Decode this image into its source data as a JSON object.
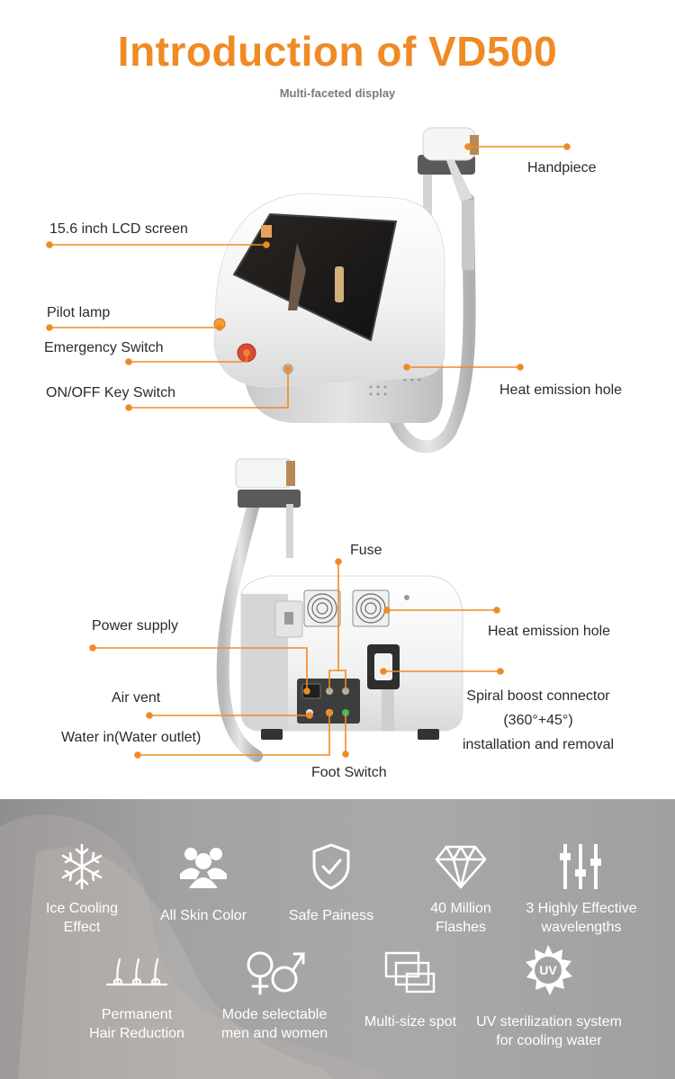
{
  "header": {
    "title": "Introduction of VD500",
    "subtitle": "Multi-faceted display"
  },
  "front_view": {
    "labels": {
      "handpiece": "Handpiece",
      "lcd_screen": "15.6 inch LCD screen",
      "pilot_lamp": "Pilot lamp",
      "emergency_switch": "Emergency Switch",
      "on_off_key_switch": "ON/OFF Key Switch",
      "heat_emission_hole": "Heat emission hole"
    }
  },
  "back_view": {
    "labels": {
      "fuse": "Fuse",
      "power_supply": "Power supply",
      "heat_emission_hole": "Heat emission hole",
      "air_vent": "Air vent",
      "spiral_line1": "Spiral boost connector",
      "spiral_line2": "(360°+45°)",
      "spiral_line3": "installation and removal",
      "water_in": "Water in(Water outlet)",
      "foot_switch": "Foot Switch"
    }
  },
  "features": {
    "ice_cooling": [
      "Ice Cooling",
      "Effect"
    ],
    "all_skin": [
      "All Skin Color"
    ],
    "safe": [
      "Safe Painess"
    ],
    "flashes": [
      "40 Million",
      "Flashes"
    ],
    "wavelengths": [
      "3 Highly Effective",
      "wavelengths"
    ],
    "hair": [
      "Permanent",
      "Hair Reduction"
    ],
    "mode": [
      "Mode selectable",
      "men and women"
    ],
    "spot": [
      "Multi-size spot"
    ],
    "uv": [
      "UV sterilization system",
      "for cooling water"
    ],
    "uv_badge": "UV"
  },
  "colors": {
    "accent": "#f08a24",
    "band": "#a3a3a3",
    "text": "#2b2b2b"
  }
}
